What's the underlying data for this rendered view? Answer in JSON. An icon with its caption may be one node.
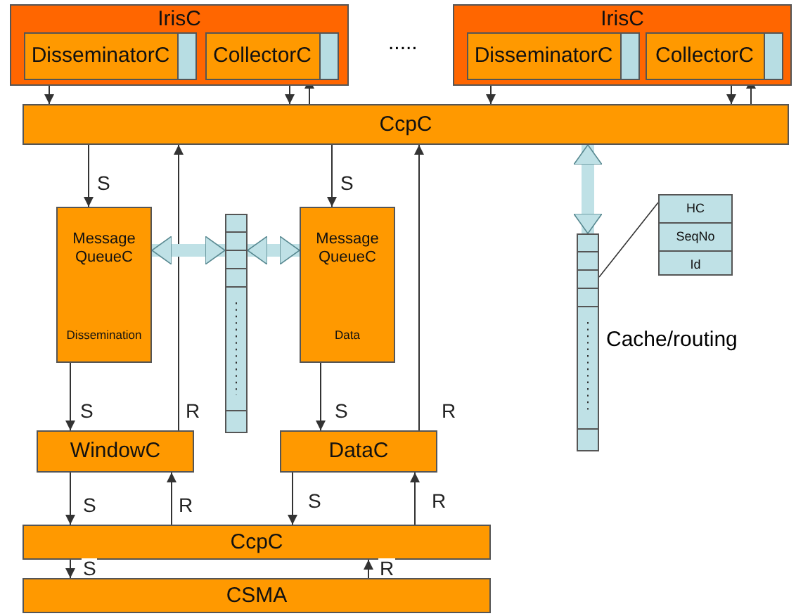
{
  "diagram": {
    "nodes": [
      {
        "text": [
          "IrisC"
        ]
      },
      {
        "text": [
          "DisseminatorC"
        ],
        "in": 0
      },
      {
        "text": [
          "CollectorC"
        ],
        "in": 0
      },
      {
        "text": [
          "IrisC"
        ]
      },
      {
        "text": [
          "DisseminatorC"
        ],
        "in": 3
      },
      {
        "text": [
          "CollectorC"
        ],
        "in": 3
      },
      {
        "text": [
          "CcpC"
        ]
      },
      {
        "text": [
          "Message QueueC",
          "Dissemination"
        ]
      },
      {
        "text": [],
        "shape": "bar"
      },
      {
        "text": [
          "Message QueueC",
          "Data"
        ]
      },
      {
        "text": [],
        "shape": "bar",
        "beside": [
          "Cache/routing"
        ]
      },
      {
        "text": [
          "HC",
          "SeqNo",
          "Id"
        ]
      },
      {
        "text": [
          "WindowC"
        ]
      },
      {
        "text": [
          "DataC"
        ]
      },
      {
        "text": [
          "CcpC"
        ]
      },
      {
        "text": [
          "CSMA"
        ]
      }
    ],
    "edges": [
      {
        "from": 1,
        "to": 6,
        "arrow": "to"
      },
      {
        "from": 2,
        "to": 6,
        "arrow": "to"
      },
      {
        "from": 6,
        "to": 2,
        "arrow": "to"
      },
      {
        "from": 4,
        "to": 6,
        "arrow": "to"
      },
      {
        "from": 5,
        "to": 6,
        "arrow": "to"
      },
      {
        "from": 6,
        "to": 5,
        "arrow": "to"
      },
      {
        "from": 6,
        "to": 7,
        "arrow": "to",
        "label": "S"
      },
      {
        "from": 12,
        "to": 6,
        "arrow": "to",
        "label": "R"
      },
      {
        "from": 6,
        "to": 9,
        "arrow": "to",
        "label": "S"
      },
      {
        "from": 13,
        "to": 6,
        "arrow": "to",
        "label": "R"
      },
      {
        "from": 6,
        "to": 10,
        "arrow": "both",
        "style": "thick",
        "color": "#bfe1e6"
      },
      {
        "from": 7,
        "to": 8,
        "arrow": "both",
        "style": "thick",
        "color": "#bfe1e6"
      },
      {
        "from": 8,
        "to": 9,
        "arrow": "both",
        "style": "thick",
        "color": "#bfe1e6"
      },
      {
        "from": 7,
        "to": 12,
        "arrow": "to",
        "label": "S"
      },
      {
        "from": 9,
        "to": 13,
        "arrow": "to",
        "label": "S"
      },
      {
        "from": 12,
        "to": 14,
        "arrow": "to",
        "label": "S"
      },
      {
        "from": 14,
        "to": 12,
        "arrow": "to",
        "label": "R"
      },
      {
        "from": 13,
        "to": 14,
        "arrow": "to",
        "label": "S"
      },
      {
        "from": 14,
        "to": 13,
        "arrow": "to",
        "label": "R"
      },
      {
        "from": 14,
        "to": 15,
        "arrow": "to",
        "label": "S"
      },
      {
        "from": 15,
        "to": 14,
        "arrow": "to",
        "label": "R"
      },
      {
        "from": 10,
        "to": 11,
        "arrow": "none"
      }
    ],
    "labels": [
      "....."
    ]
  }
}
